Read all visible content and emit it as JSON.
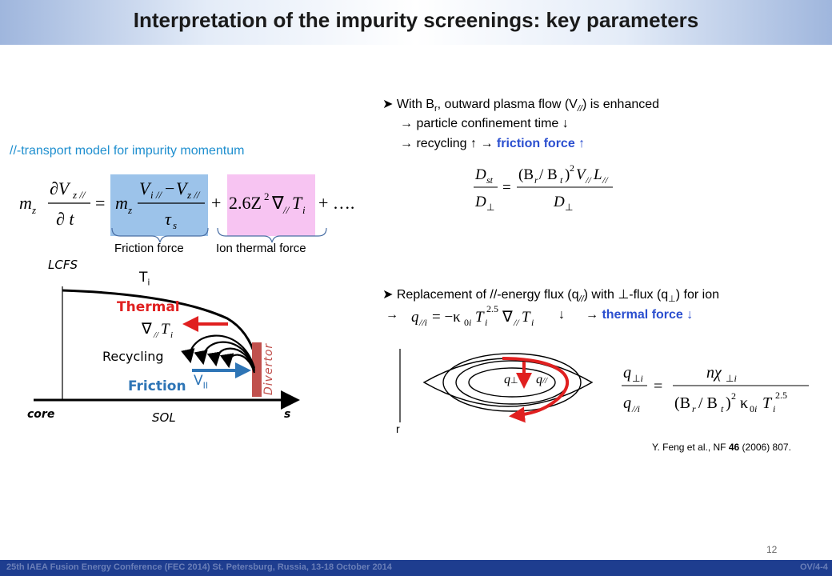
{
  "title": "Interpretation of the impurity screenings: key parameters",
  "left": {
    "subtitle": "//-transport model for impurity momentum",
    "brace_labels": {
      "friction": "Friction force",
      "ion_thermal": "Ion thermal force"
    },
    "diagram": {
      "lcfs": "LCFS",
      "ti": "T",
      "ti_sub": "i",
      "thermal": "Thermal",
      "recycling": "Recycling",
      "friction": "Friction",
      "v": "V",
      "v_sub": "II",
      "divertor": "Divertor",
      "core": "core",
      "sol": "SOL",
      "s": "s"
    }
  },
  "right": {
    "bullet1": {
      "text_a": "With B",
      "sub_r": "r",
      "text_b": ", outward plasma flow (V",
      "sub_par": "//",
      "text_c": ") is enhanced"
    },
    "bullet1_sub1": "→  particle confinement time ↓",
    "bullet1_sub2_a": "→  recycling ↑ → ",
    "bullet1_sub2_b": "friction force ↑",
    "bullet2": {
      "text_a": "Replacement of //-energy flux (q",
      "sub_par": "//",
      "text_b": ") with ⊥-flux (q",
      "sub_perp": "⊥",
      "text_c": ") for ion"
    },
    "bullet2_arrow": "→",
    "bullet2_down": "↓",
    "bullet2_tail_a": "→ ",
    "bullet2_tail_b": "thermal force ↓",
    "r_label": "r",
    "reference": {
      "a": "Y. Feng et al., NF ",
      "bold": "46",
      "b": " (2006) 807."
    }
  },
  "footer": {
    "conference": "25th IAEA Fusion Energy Conference (FEC 2014) St. Petersburg, Russia, 13-18 October 2014",
    "code": "OV/4-4",
    "page": "12"
  },
  "colors": {
    "friction_box": "#9cc3ea",
    "thermal_box": "#f7c4f2",
    "divertor": "#c0504d",
    "red_arrow": "#e02020",
    "blue_arrow": "#2e75b6"
  }
}
